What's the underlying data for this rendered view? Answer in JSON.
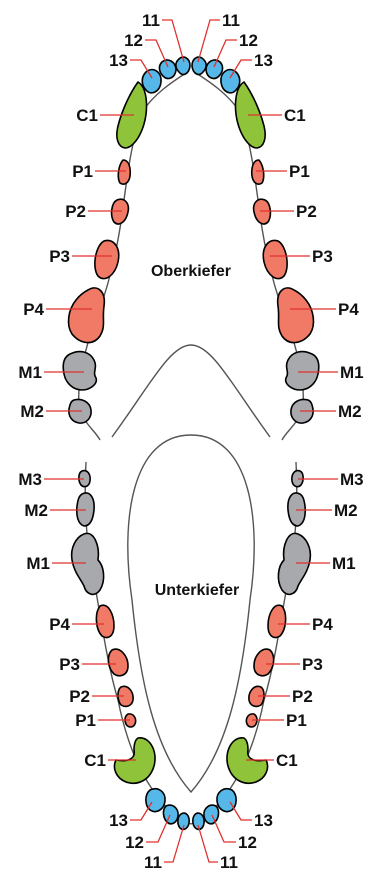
{
  "jaws": {
    "upper": "Oberkiefer",
    "lower": "Unterkiefer"
  },
  "colors": {
    "incisor": "#55b8e8",
    "canine": "#8fc33a",
    "premolar": "#f07a66",
    "molar": "#a7a9ac",
    "leader": "#e0312e"
  },
  "upper_teeth": {
    "i1": "11",
    "i2": "12",
    "i3": "13",
    "c1": "C1",
    "p1": "P1",
    "p2": "P2",
    "p3": "P3",
    "p4": "P4",
    "m1": "M1",
    "m2": "M2"
  },
  "lower_teeth": {
    "m3": "M3",
    "m2": "M2",
    "m1": "M1",
    "p4": "P4",
    "p3": "P3",
    "p2": "P2",
    "p1": "P1",
    "c1": "C1",
    "i3": "13",
    "i2": "12",
    "i1": "11"
  }
}
